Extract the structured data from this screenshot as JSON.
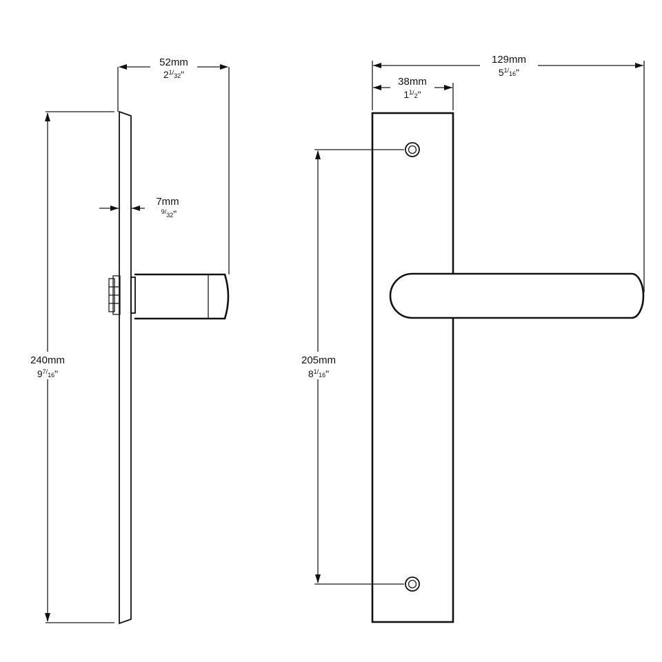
{
  "side_view": {
    "width_overall": {
      "mm": "52mm",
      "in_whole": "2",
      "in_num": "1",
      "in_den": "32",
      "in_mark": "\""
    },
    "plate_thickness": {
      "mm": "7mm",
      "in_whole": "",
      "in_num": "9",
      "in_den": "32",
      "in_mark": "\""
    },
    "height": {
      "mm": "240mm",
      "in_whole": "9",
      "in_num": "7",
      "in_den": "16",
      "in_mark": "\""
    }
  },
  "front_view": {
    "width_overall": {
      "mm": "129mm",
      "in_whole": "5",
      "in_num": "1",
      "in_den": "16",
      "in_mark": "\""
    },
    "plate_width": {
      "mm": "38mm",
      "in_whole": "1",
      "in_num": "1",
      "in_den": "2",
      "in_mark": "\""
    },
    "screw_centres": {
      "mm": "205mm",
      "in_whole": "8",
      "in_num": "1",
      "in_den": "16",
      "in_mark": "\""
    }
  },
  "colors": {
    "line": "#111111",
    "background": "#ffffff"
  }
}
